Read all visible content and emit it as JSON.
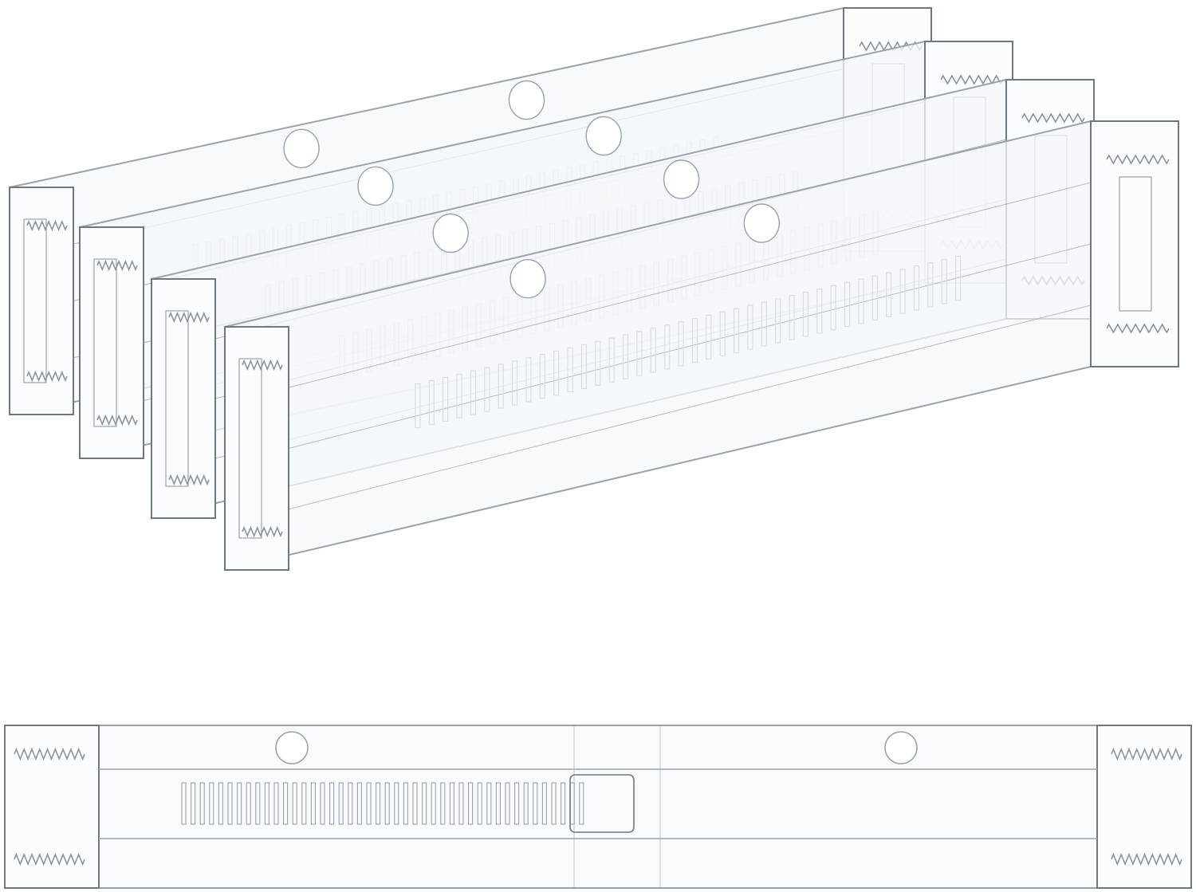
{
  "scene": {
    "subject": "drawer-divider-set",
    "divider_count_stacked": 4,
    "divider_count_front_view": 1
  },
  "colors": {
    "background": "#ffffff",
    "acrylic_edge": "#9aa3ab",
    "acrylic_edge_dark": "#6f7880",
    "acrylic_fill": "#f4f7f9",
    "acrylic_face": "#fbfcfd",
    "spring": "#8a939b",
    "slot": "#d9dee2"
  }
}
